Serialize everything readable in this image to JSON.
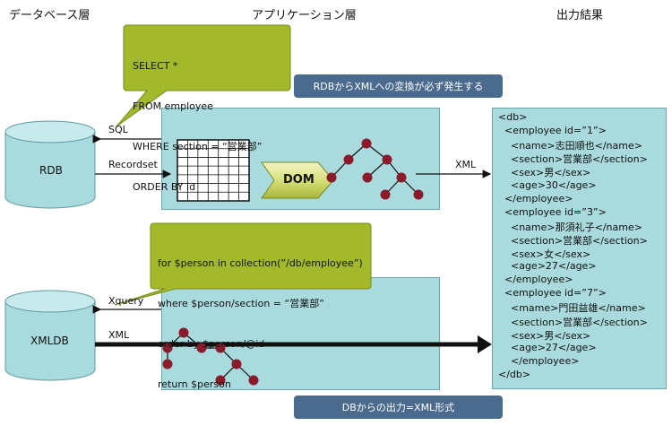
{
  "headers": {
    "db_layer": "データベース層",
    "app_layer": "アプリケーション層",
    "output": "出力結果"
  },
  "callout_sql": {
    "lines": [
      "SELECT *",
      "FROM employee",
      "WHERE section = “営業部”",
      "ORDER BY id"
    ]
  },
  "callout_xquery": {
    "lines": [
      "for $person in collection(”/db/employee”)",
      "where $person/section = “営業部”",
      "order by $person/@id",
      "return $person"
    ]
  },
  "banner_top": "RDBからXMLへの変換が必ず発生する",
  "banner_bottom": "DBからの出力=XML形式",
  "labels": {
    "sql": "SQL",
    "recordset": "Recordset",
    "xml_top": "XML",
    "xquery": "Xquery",
    "xml_bottom": "XML",
    "rdb": "RDB",
    "xmldb": "XMLDB",
    "dom": "DOM"
  },
  "xml_output": [
    "<db>",
    "  <employee id=”1”>",
    "    <name>志田順也</name>",
    "    <section>営業部</section>",
    "    <sex>男</sex>",
    "    <age>30</age>",
    "  </employee>",
    "  <employee id=”3”>",
    "    <name>那須礼子</name>",
    "    <section>営業部</section>",
    "    <sex>女</sex>",
    "    <age>27</age>",
    "  </employee>",
    "  <employee id=”7”>",
    "    <mame>門田益雄</name>",
    "    <section>営業部</section>",
    "    <sex>男</sex>",
    "    <age>27</age>",
    "    </employee>",
    "</db>"
  ],
  "colors": {
    "panel": "#a9dadd",
    "callout": "#a3b82a",
    "banner": "#4a6a8e",
    "node": "#8b1a2b"
  }
}
